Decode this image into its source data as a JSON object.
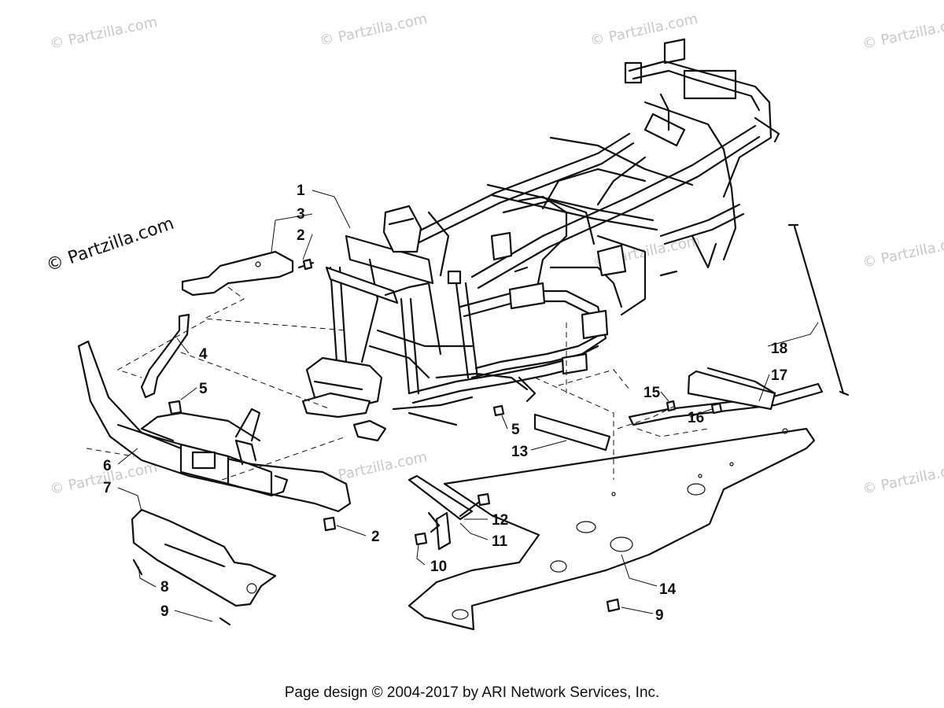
{
  "watermarks": {
    "faint": "© Partzilla.com",
    "dark": "© Partzilla.com"
  },
  "callouts": {
    "c1": "1",
    "c3": "3",
    "c2a": "2",
    "c4": "4",
    "c5a": "5",
    "c6": "6",
    "c7": "7",
    "c8": "8",
    "c9a": "9",
    "c2b": "2",
    "c5b": "5",
    "c13": "13",
    "c12": "12",
    "c11": "11",
    "c10": "10",
    "c14": "14",
    "c9b": "9",
    "c15": "15",
    "c16": "16",
    "c17": "17",
    "c18": "18"
  },
  "footer": {
    "text": "Page design © 2004-2017 by ARI Network Services, Inc."
  }
}
